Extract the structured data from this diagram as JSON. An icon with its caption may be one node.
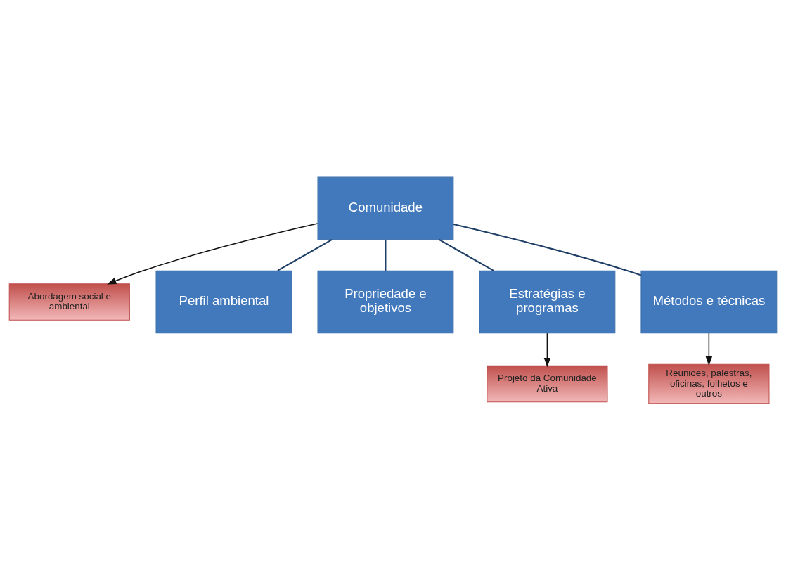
{
  "diagram": {
    "nodes": [
      {
        "text": [
          "Comunidade"
        ]
      },
      {
        "text": [
          "Abordagem social e ambiental"
        ]
      },
      {
        "text": [
          "Perfil ambiental"
        ]
      },
      {
        "text": [
          "Propriedade e objetivos"
        ]
      },
      {
        "text": [
          "Estratégias e programas"
        ]
      },
      {
        "text": [
          "Métodos e técnicas"
        ]
      },
      {
        "text": [
          "Projeto da Comunidade Ativa"
        ]
      },
      {
        "text": [
          "Reuniões, palestras, oficinas, folhetos e outros"
        ]
      }
    ],
    "edges": [
      {
        "from": 0,
        "to": 1,
        "arrow": "to"
      },
      {
        "from": 0,
        "to": 2,
        "arrow": "none"
      },
      {
        "from": 0,
        "to": 3,
        "arrow": "none"
      },
      {
        "from": 0,
        "to": 4,
        "arrow": "none"
      },
      {
        "from": 0,
        "to": 5,
        "arrow": "none"
      },
      {
        "from": 4,
        "to": 6,
        "arrow": "to"
      },
      {
        "from": 5,
        "to": 7,
        "arrow": "to"
      }
    ]
  }
}
